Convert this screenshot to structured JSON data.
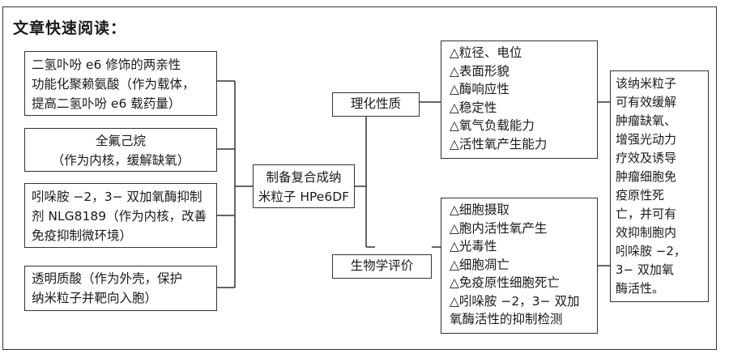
{
  "title": "文章快速阅读：",
  "left_boxes": [
    {
      "lines": [
        "二氢卟吩 e6 修饰的两亲性",
        "功能化聚赖氨酸（作为载体，",
        "提高二氢卟吩 e6 载药量）"
      ]
    },
    {
      "lines": [
        "全氟己烷",
        "（作为内核，缓解缺氧）"
      ]
    },
    {
      "lines": [
        "吲哚胺 −2，3− 双加氧酶抑制",
        "剂 NLG8189（作为内核，改善",
        "免疫抑制微环境）"
      ]
    },
    {
      "lines": [
        "透明质酸（作为外壳，保护",
        "纳米粒子并靶向入胞）"
      ]
    }
  ],
  "center_box": {
    "lines": [
      "制备复合成纳",
      "米粒子 HPe6DF"
    ]
  },
  "branches": [
    {
      "label": "理化性质",
      "items": [
        "△粒径、电位",
        "△表面形貌",
        "△酶响应性",
        "△稳定性",
        "△氧气负载能力",
        "△活性氧产生能力"
      ]
    },
    {
      "label": "生物学评价",
      "items": [
        "△细胞摄取",
        "△胞内活性氧产生",
        "△光毒性",
        "△细胞凋亡",
        "△免疫原性细胞死亡",
        "△吲哚胺 −2，3− 双加",
        "氧酶活性的抑制检测"
      ]
    }
  ],
  "conclusion": {
    "lines": [
      "该纳米粒子",
      "可有效缓解",
      "肿瘤缺氧、",
      "增强光动力",
      "疗效及诱导",
      "肿瘤细胞免",
      "疫原性死",
      "亡，并可有",
      "效抑制胞内",
      "吲哚胺 −2，",
      "3− 双加氧",
      "酶活性。"
    ]
  }
}
